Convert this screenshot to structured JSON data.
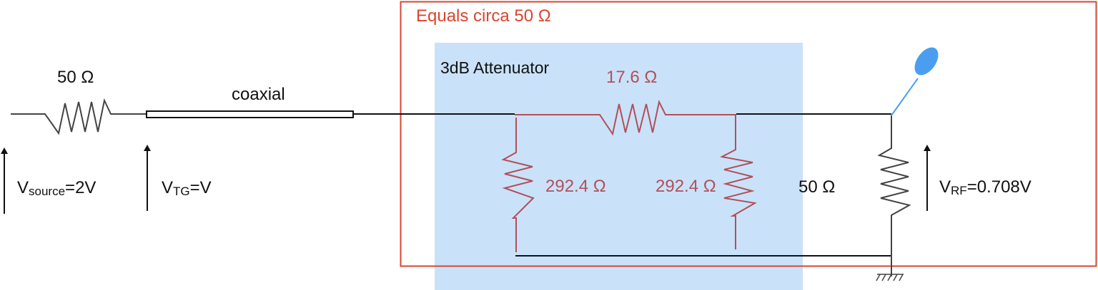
{
  "colors": {
    "wire": "#111111",
    "resistor": "#444444",
    "attenuator_resistor": "#b24f59",
    "attenuator_fill": "#c9e2f9",
    "box_outline": "#d9452f",
    "antenna": "#4a9ef0"
  },
  "source": {
    "resistor_label": "50 Ω",
    "voltage_symbol": "V",
    "voltage_subscript": "source",
    "voltage_value": "=2V"
  },
  "coax": {
    "label": "coaxial",
    "voltage_symbol": "V",
    "voltage_subscript": "TG",
    "voltage_value": "=V"
  },
  "equivalent_box": {
    "label": "Equals circa 50 Ω"
  },
  "attenuator": {
    "title": "3dB Attenuator",
    "series_resistor": "17.6 Ω",
    "shunt_left": "292.4 Ω",
    "shunt_right": "292.4 Ω"
  },
  "load": {
    "resistor_label": "50 Ω",
    "voltage_symbol": "V",
    "voltage_subscript": "RF",
    "voltage_value": "=0.708V"
  },
  "icons": [
    "antenna-icon",
    "ground-icon",
    "resistor-icon",
    "voltage-arrow-icon"
  ]
}
